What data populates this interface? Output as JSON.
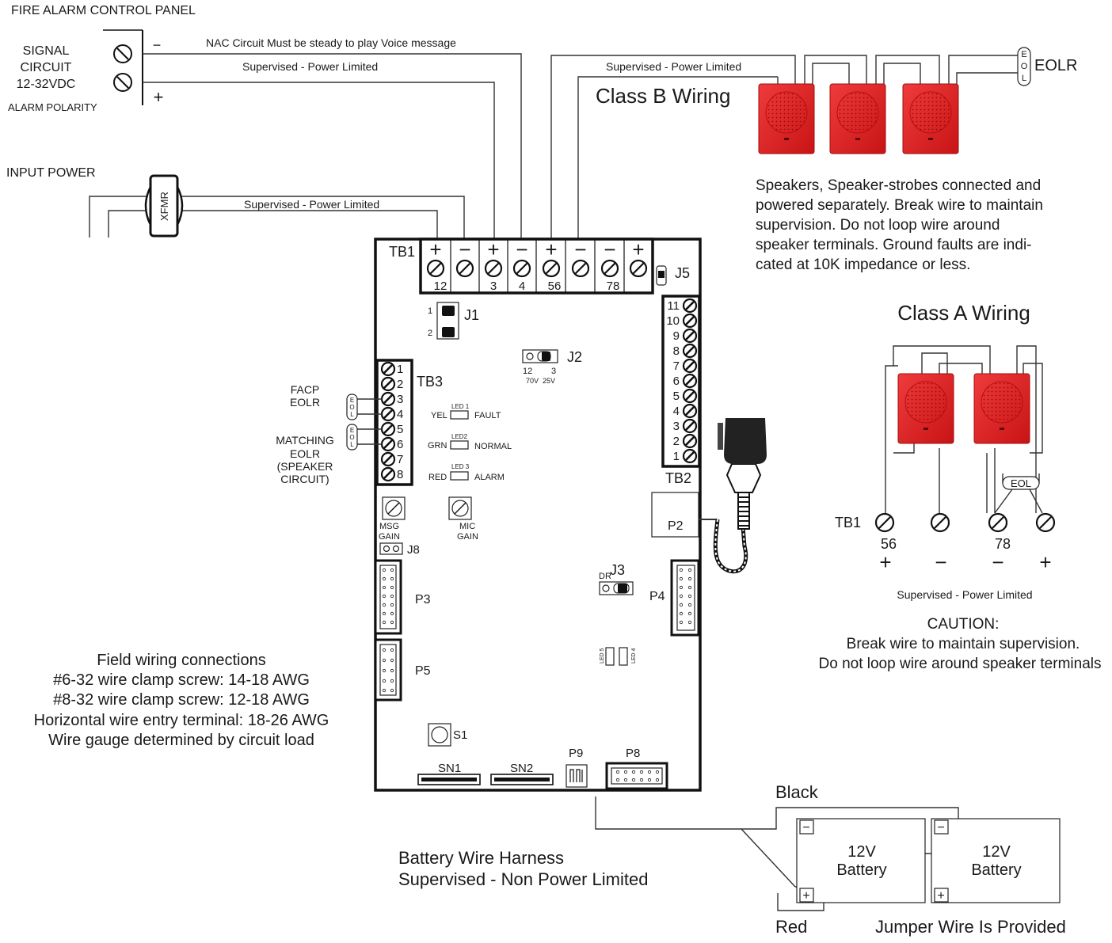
{
  "texts": {
    "facp_title": "FIRE ALARM CONTROL PANEL",
    "signal_circuit": [
      "SIGNAL",
      "CIRCUIT",
      "12-32VDC"
    ],
    "alarm_polarity": "ALARM POLARITY",
    "facp_minus": "−",
    "facp_plus": "+",
    "nac_note": "NAC Circuit Must be steady to play Voice message",
    "supervised_power_limited": "Supervised - Power Limited",
    "input_power": "INPUT POWER",
    "xfmr": "XFMR",
    "class_b": "Class B Wiring",
    "eolr": "EOLR",
    "eol_letters": [
      "E",
      "O",
      "L"
    ],
    "speaker_note": [
      "Speakers, Speaker-strobes connected and",
      "powered separately. Break wire to maintain",
      "supervision. Do not loop wire around",
      "speaker terminals. Ground faults are indi-",
      "cated at 10K impedance or less."
    ],
    "class_a": "Class A Wiring",
    "tb1": "TB1",
    "tb1_signs": [
      "+",
      "−",
      "+",
      "−",
      "+",
      "−",
      "−",
      "+"
    ],
    "tb1_numbers": [
      "12",
      "3",
      "4",
      "56",
      "78"
    ],
    "j1": "J1",
    "j1_pins": [
      "1",
      "2"
    ],
    "j2": "J2",
    "j2_labels": [
      "12",
      "3",
      "70V",
      "25V"
    ],
    "j3": "J3",
    "j3_dr": "DR",
    "j5": "J5",
    "j8": "J8",
    "tb2": "TB2",
    "tb2_numbers": [
      "11",
      "10",
      "9",
      "8",
      "7",
      "6",
      "5",
      "4",
      "3",
      "2",
      "1"
    ],
    "tb3": "TB3",
    "tb3_numbers": [
      "1",
      "2",
      "3",
      "4",
      "5",
      "6",
      "7",
      "8"
    ],
    "facp_eolr": [
      "FACP",
      "EOLR"
    ],
    "matching_eolr": [
      "MATCHING",
      "EOLR",
      "(SPEAKER",
      "CIRCUIT)"
    ],
    "leds": [
      {
        "color": "YEL",
        "id": "LED 1",
        "state": "FAULT"
      },
      {
        "color": "GRN",
        "id": "LED2",
        "state": "NORMAL"
      },
      {
        "color": "RED",
        "id": "LED 3",
        "state": "ALARM"
      }
    ],
    "led45": [
      "LED 5",
      "LED 4"
    ],
    "msg_gain": [
      "MSG",
      "GAIN"
    ],
    "mic_gain": [
      "MIC",
      "GAIN"
    ],
    "p2": "P2",
    "p3": "P3",
    "p4": "P4",
    "p5": "P5",
    "p8": "P8",
    "p9": "P9",
    "s1": "S1",
    "sn1": "SN1",
    "sn2": "SN2",
    "field_wiring": [
      "Field wiring connections",
      "#6-32 wire clamp screw: 14-18 AWG",
      "#8-32 wire clamp screw: 12-18 AWG",
      "Horizontal wire entry terminal: 18-26 AWG",
      "Wire gauge determined by circuit load"
    ],
    "classA_tb1": "TB1",
    "classA_numbers": [
      "56",
      "78"
    ],
    "classA_signs": [
      "+",
      "−",
      "−",
      "+"
    ],
    "eol": "EOL",
    "caution": [
      "CAUTION:",
      "Break wire to maintain supervision.",
      "Do not loop wire around speaker terminals"
    ],
    "black": "Black",
    "red": "Red",
    "battery": [
      "12V",
      "Battery"
    ],
    "battery_minus": "−",
    "battery_plus": "+",
    "jumper_note": "Jumper Wire Is Provided",
    "harness": [
      "Battery Wire Harness",
      "Supervised - Non Power Limited"
    ]
  }
}
